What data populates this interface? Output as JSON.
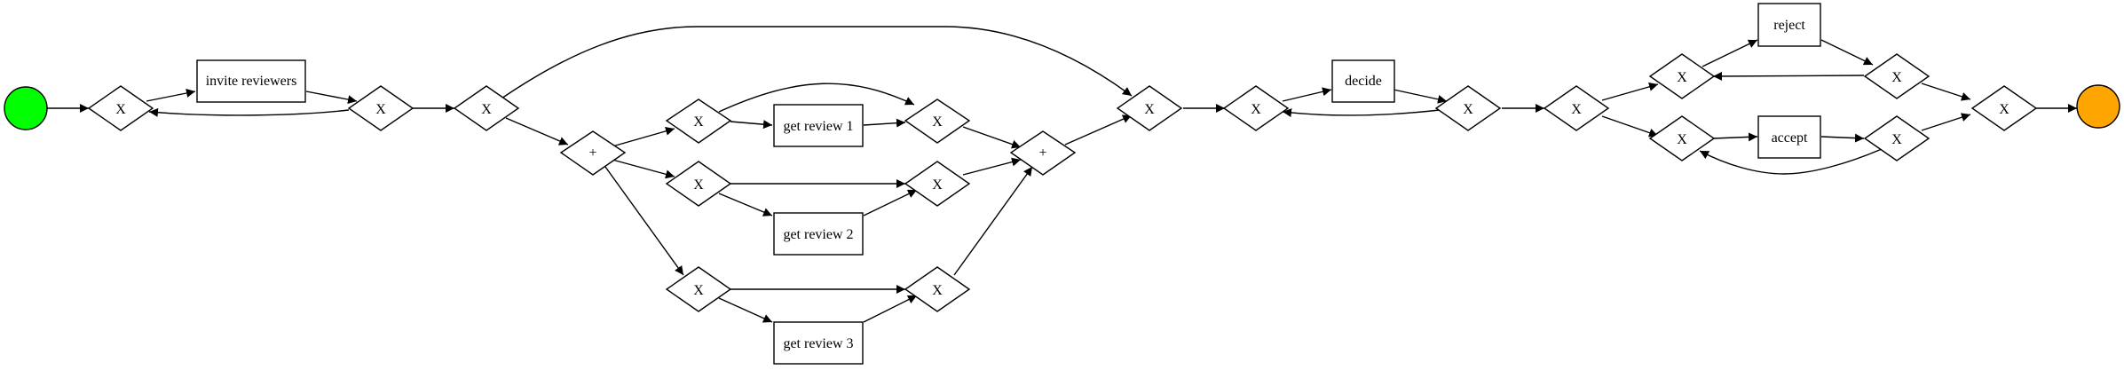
{
  "diagram": {
    "start_event": {
      "fill": "#00ff00"
    },
    "end_event": {
      "fill": "#ffa500"
    },
    "tasks": {
      "invite_reviewers": "invite reviewers",
      "get_review_1": "get review 1",
      "get_review_2": "get review 2",
      "get_review_3": "get review 3",
      "decide": "decide",
      "reject": "reject",
      "accept": "accept"
    },
    "gateway_labels": {
      "xor": "X",
      "and": "+"
    }
  }
}
